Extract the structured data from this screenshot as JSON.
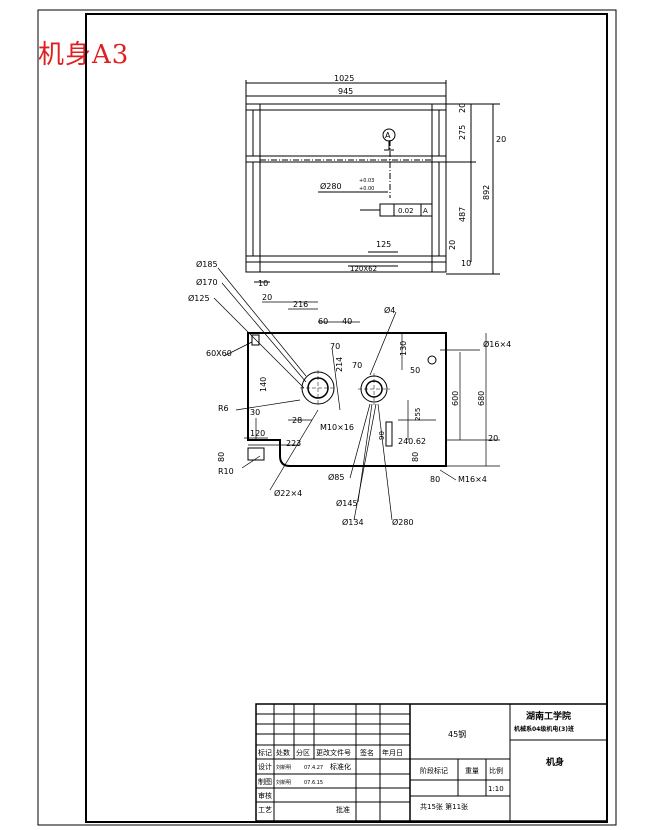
{
  "sheet": {
    "label": "机身A3"
  },
  "dims": {
    "top_view": [
      "1025",
      "945",
      "20",
      "275",
      "20",
      "892",
      "487",
      "20",
      "10",
      "10",
      "125",
      "120X62",
      "0.02",
      "A"
    ],
    "dia_280": "Ø280",
    "tol_upper": "+0.03",
    "tol_lower": "+0.00",
    "datum": "A",
    "front_view": [
      "Ø185",
      "Ø170",
      "Ø125",
      "20",
      "216",
      "60",
      "40",
      "Ø4",
      "70",
      "70",
      "130",
      "Ø16×4",
      "60X60",
      "140",
      "214",
      "50",
      "600",
      "680",
      "R6",
      "30",
      "28",
      "M10×16",
      "255",
      "240.62",
      "20",
      "120",
      "223",
      "80",
      "R10",
      "80",
      "80",
      "M16×4",
      "Ø22×4",
      "Ø85",
      "Ø145",
      "Ø134",
      "Ø280",
      "90"
    ]
  },
  "title_block": {
    "material": "45钢",
    "school": "湖南工学院",
    "class_name": "机械系04级机电(3)班",
    "part_name": "机身",
    "scale_label": "比例",
    "scale": "1:10",
    "mark_label": "阶段标记",
    "weight_label": "重量",
    "sheets": "共15张 第11张",
    "headers": [
      "标记",
      "处数",
      "分区",
      "更改文件号",
      "签名",
      "年月日"
    ],
    "design_label": "设计",
    "designer": "刘新明",
    "design_date": "07.4.27",
    "std_label": "标准化",
    "draw_label": "制图",
    "drawer": "刘新明",
    "draw_date": "07.6.15",
    "review_label": "审核",
    "craft_label": "工艺",
    "approve_label": "批准"
  }
}
